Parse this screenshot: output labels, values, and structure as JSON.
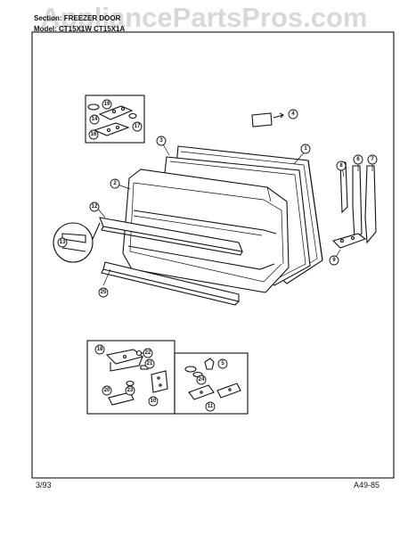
{
  "watermark": "AppliancePartsPros.com",
  "header": {
    "section": "Section: FREEZER DOOR",
    "model": "Model: CT15X1W CT15X1A"
  },
  "footer": {
    "date": "3/93",
    "code": "A49-85"
  },
  "callouts": {
    "door_liner": "1",
    "inner_door": "2",
    "gasket": "3",
    "label": "4",
    "stop_pin": "5",
    "handle_left": "6",
    "handle_right": "7",
    "handle_clip": "8",
    "handle_bracket": "9",
    "shelf_bar": "12",
    "shelf_bar_detail": "13",
    "hinge_top_pin": "14",
    "hinge_top": "16",
    "hinge_washer_top": "17",
    "hinge_cap_top": "19",
    "hinge_bottom_plate": "18",
    "hinge_bottom_screw": "22",
    "hinge_bottom_spacer": "21",
    "hinge_bottom_shim": "20",
    "hinge_bottom_washer": "23",
    "hinge_bottom_bracket": "10",
    "cap_plug": "24",
    "bottom_trim": "25",
    "closer_bracket": "11"
  }
}
